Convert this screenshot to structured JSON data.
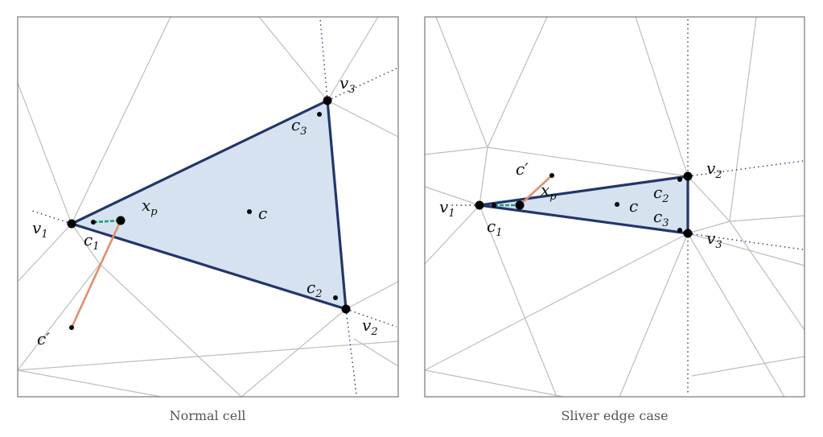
{
  "panels": [
    {
      "caption": "Normal cell",
      "vertices": [
        {
          "base": "v",
          "sub": "1"
        },
        {
          "base": "v",
          "sub": "2"
        },
        {
          "base": "v",
          "sub": "3"
        }
      ],
      "corner_points": [
        {
          "base": "c",
          "sub": "1"
        },
        {
          "base": "c",
          "sub": "2"
        },
        {
          "base": "c",
          "sub": "3"
        }
      ],
      "centroid": "c",
      "query_point": {
        "base": "x",
        "sub": "p"
      },
      "reflected_point": "c′"
    },
    {
      "caption": "Sliver edge case",
      "vertices": [
        {
          "base": "v",
          "sub": "1"
        },
        {
          "base": "v",
          "sub": "2"
        },
        {
          "base": "v",
          "sub": "3"
        }
      ],
      "corner_points": [
        {
          "base": "c",
          "sub": "1"
        },
        {
          "base": "c",
          "sub": "2"
        },
        {
          "base": "c",
          "sub": "3"
        }
      ],
      "centroid": "c",
      "query_point": {
        "base": "x",
        "sub": "p"
      },
      "reflected_point": "c′"
    }
  ],
  "colors": {
    "triangle_fill": "#d6e2ef",
    "triangle_edge": "#22366a",
    "mesh": "#bdbdbd",
    "orange_segment": "#e0906a",
    "green_segment": "#1f9e7a",
    "points": "#000000"
  }
}
